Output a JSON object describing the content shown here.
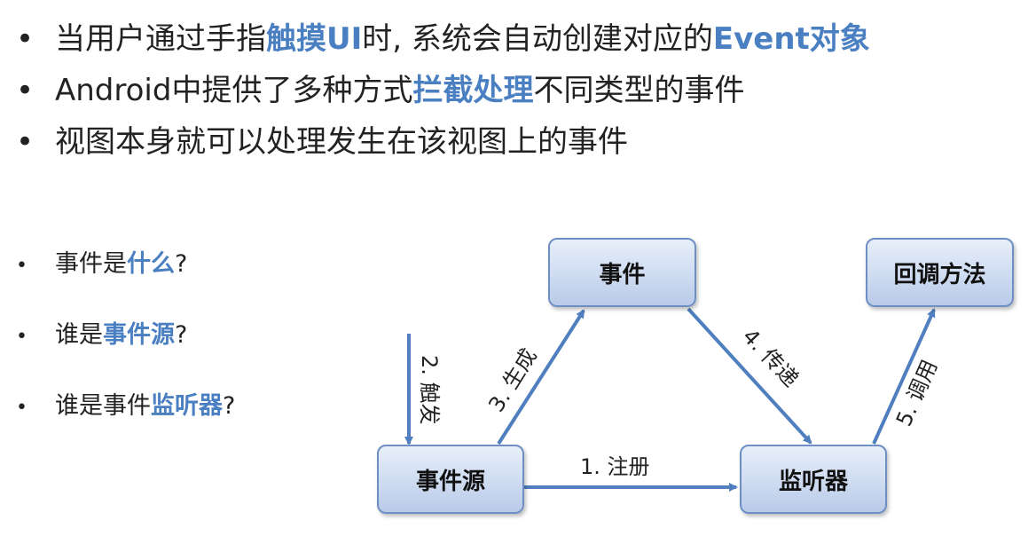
{
  "top_bullets": [
    {
      "parts": [
        {
          "text": "当用户通过手指",
          "hl": false
        },
        {
          "text": "触摸UI",
          "hl": true
        },
        {
          "text": "时, 系统会自动创建对应的",
          "hl": false
        },
        {
          "text": "Event",
          "hl": true
        },
        {
          "text": "对象",
          "hl": true
        }
      ]
    },
    {
      "parts": [
        {
          "text": "Android中提供了多种方式",
          "hl": false
        },
        {
          "text": "拦截处理",
          "hl": true
        },
        {
          "text": "不同类型的事件",
          "hl": false
        }
      ]
    },
    {
      "parts": [
        {
          "text": "视图本身就可以处理发生在该视图上的事件",
          "hl": false
        }
      ]
    }
  ],
  "questions": [
    {
      "parts": [
        {
          "text": "事件是",
          "hl": false
        },
        {
          "text": "什么",
          "hl": true
        },
        {
          "text": "?",
          "hl": false
        }
      ]
    },
    {
      "parts": [
        {
          "text": "谁是",
          "hl": false
        },
        {
          "text": "事件源",
          "hl": true
        },
        {
          "text": "?",
          "hl": false
        }
      ]
    },
    {
      "parts": [
        {
          "text": "谁是事件",
          "hl": false
        },
        {
          "text": "监听器",
          "hl": true
        },
        {
          "text": "?",
          "hl": false
        }
      ]
    }
  ],
  "bullet_symbol": "•",
  "diagram": {
    "nodes": {
      "event": "事件",
      "source": "事件源",
      "listener": "监听器",
      "callback": "回调方法"
    },
    "edges": {
      "register": "1. 注册",
      "trigger": "2. 触发",
      "generate": "3. 生成",
      "pass": "4. 传递",
      "call": "5. 调用"
    }
  },
  "colors": {
    "highlight": "#4a7fc1",
    "arrow": "#4f7fbf",
    "node_border": "#6e8fc4"
  }
}
